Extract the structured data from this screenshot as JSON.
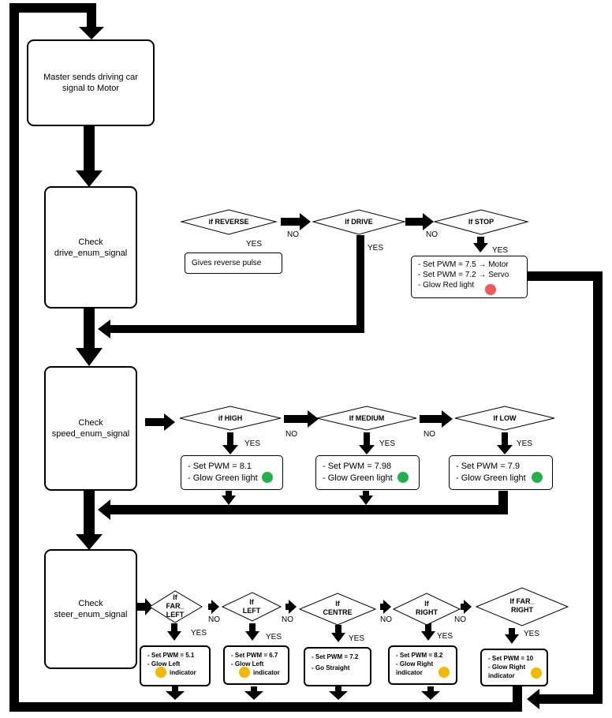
{
  "colors": {
    "red_light": "#f05a5a",
    "green_light": "#22b14c",
    "yellow_light": "#f5b800",
    "line": "#000000"
  },
  "nodes": {
    "master": "Master sends driving car signal to Motor",
    "check_drive": [
      "Check",
      "drive_enum_signal"
    ],
    "check_speed": [
      "Check",
      "speed_enum_signal"
    ],
    "check_steer": [
      "Check",
      "steer_enum_signal"
    ]
  },
  "drive": {
    "reverse": "if REVERSE",
    "drive": "If DRIVE",
    "stop": "If STOP",
    "reverse_action": "Gives reverse pulse",
    "stop_action": [
      "- Set PWM = 7.5 → Motor",
      "- Set PWM = 7.2 → Servo",
      "- Glow Red light"
    ]
  },
  "speed": {
    "high": "if HIGH",
    "medium": "If MEDIUM",
    "low": "If LOW",
    "high_action": [
      "- Set PWM = 8.1",
      "- Glow Green light"
    ],
    "medium_action": [
      "- Set PWM = 7.98",
      "- Glow Green light"
    ],
    "low_action": [
      "- Set PWM = 7.9",
      "- Glow Green light"
    ]
  },
  "steer": {
    "far_left": [
      "If",
      "FAR_",
      "LEFT"
    ],
    "left": [
      "If",
      "LEFT"
    ],
    "centre": [
      "If",
      "CENTRE"
    ],
    "right": [
      "If",
      "RIGHT"
    ],
    "far_right": [
      "If FAR_",
      "RIGHT"
    ],
    "far_left_action": [
      "- Set PWM = 5.1",
      "-          Glow Left",
      "indicator"
    ],
    "left_action": [
      "- Set PWM = 6.7",
      "-          Glow Left",
      "indicator"
    ],
    "centre_action": [
      "- Set PWM = 7.2",
      "- Go Straight"
    ],
    "right_action": [
      "- Set PWM = 8.2",
      "- Glow Right",
      "indicator"
    ],
    "far_right_action": [
      "- Set PWM = 10",
      "- Glow Right",
      "indicator"
    ]
  },
  "labels": {
    "yes": "YES",
    "no": "NO"
  }
}
